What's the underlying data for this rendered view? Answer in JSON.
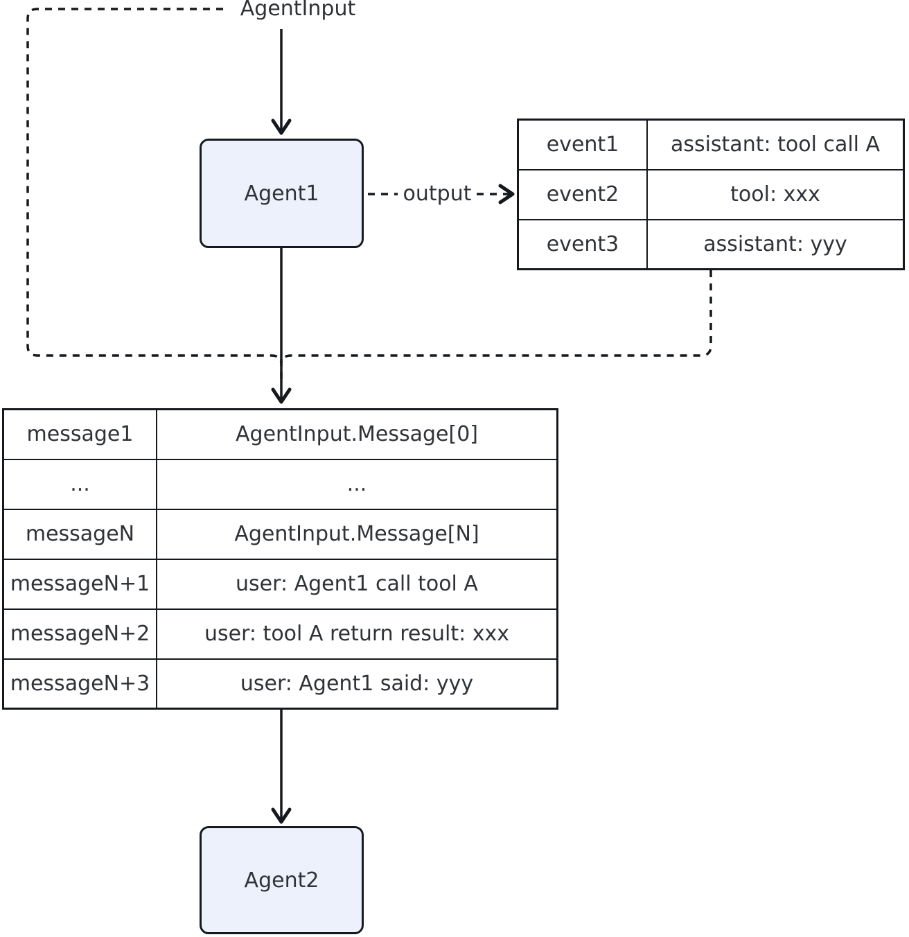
{
  "labels": {
    "agent_input": "AgentInput",
    "output": "output"
  },
  "nodes": {
    "agent1": "Agent1",
    "agent2": "Agent2"
  },
  "colors": {
    "node_fill": "#edf1fb",
    "stroke": "#15181c",
    "text": "#2f3337"
  },
  "event_table": {
    "rows": [
      {
        "key": "event1",
        "value": "assistant: tool call A"
      },
      {
        "key": "event2",
        "value": "tool: xxx"
      },
      {
        "key": "event3",
        "value": "assistant: yyy"
      }
    ]
  },
  "message_table": {
    "rows": [
      {
        "key": "message1",
        "value": "AgentInput.Message[0]"
      },
      {
        "key": "...",
        "value": "..."
      },
      {
        "key": "messageN",
        "value": "AgentInput.Message[N]"
      },
      {
        "key": "messageN+1",
        "value": "user: Agent1 call tool A"
      },
      {
        "key": "messageN+2",
        "value": "user: tool A return result: xxx"
      },
      {
        "key": "messageN+3",
        "value": "user: Agent1 said: yyy"
      }
    ]
  }
}
